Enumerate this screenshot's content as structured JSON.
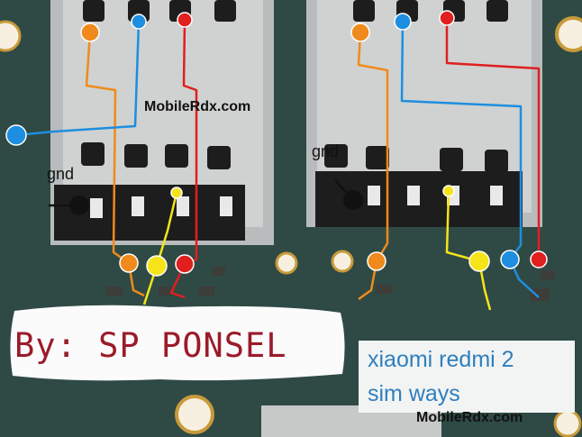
{
  "watermark": {
    "top": "MobileRdx.com",
    "bottom": "MobileRdx.com"
  },
  "labels": {
    "gnd_left": "gnd",
    "gnd_right": "gnd"
  },
  "credit": "By: SP PONSEL",
  "caption": {
    "line1": "xiaomi redmi 2",
    "line2": "sim ways"
  },
  "wire_colors": {
    "orange": "#f08a1c",
    "blue": "#1e8ee0",
    "red": "#e01f1f",
    "yellow": "#f5e41a",
    "black": "#111111"
  }
}
